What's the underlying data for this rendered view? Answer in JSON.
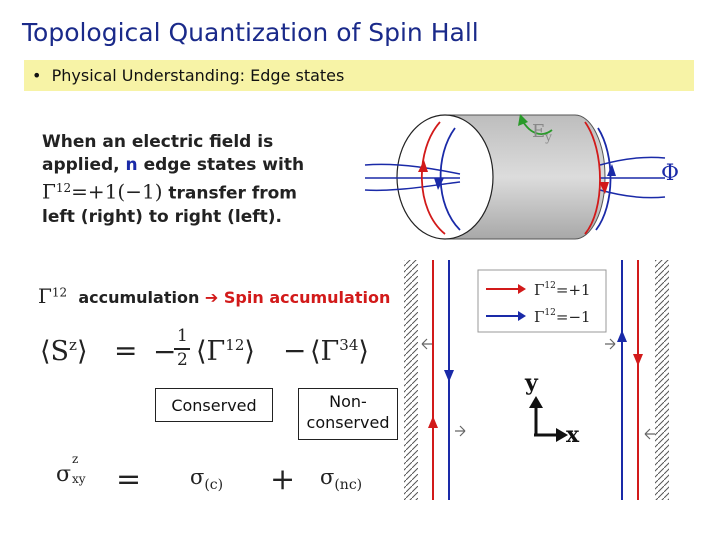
{
  "title": "Topological Quantization of Spin Hall",
  "bullet": {
    "marker": "•",
    "text": "Physical Understanding: Edge states"
  },
  "paragraph": {
    "part1": "When an electric field is applied, ",
    "n": "n",
    "part2": " edge states with ",
    "gamma": "Γ",
    "sup": "12",
    "eq": "=+1(−1)",
    "part3": " transfer from left (right) to right (left)."
  },
  "accumulation": {
    "gamma": "Γ",
    "sup": "12",
    "text": "accumulation",
    "arrow": "➔",
    "result": "Spin accumulation"
  },
  "equation1": {
    "lhs": "⟨S",
    "lhs_sup": "z",
    "lhs_end": "⟩",
    "eq": "=",
    "minus": "−",
    "frac_num": "1",
    "frac_den": "2",
    "term1": "⟨Γ",
    "term1_sup": "12",
    "term1_end": "⟩",
    "minus2": "−",
    "term2": "⟨Γ",
    "term2_sup": "34",
    "term2_end": "⟩"
  },
  "labels": {
    "conserved": "Conserved",
    "nonconserved_1": "Non-",
    "nonconserved_2": "conserved"
  },
  "equation2": {
    "sigma": "σ",
    "sup": "z",
    "sub": "xy",
    "eq": "=",
    "c_sigma": "σ",
    "c_sub": "(c)",
    "plus": "+",
    "nc_sigma": "σ",
    "nc_sub": "(nc)"
  },
  "cylinder": {
    "e_label": "E",
    "e_sub": "y",
    "phi_label": "Φ"
  },
  "edge_diagram": {
    "legend_gamma1": "Γ",
    "legend_sup1": "12",
    "legend_val1": "=+1",
    "legend_gamma2": "Γ",
    "legend_sup2": "12",
    "legend_val2": "=−1",
    "axis_y": "y",
    "axis_x": "x"
  },
  "colors": {
    "title": "#1a2a8a",
    "bullet_bg": "#f7f3a6",
    "red": "#d21a1a",
    "blue": "#1a2aa8"
  }
}
